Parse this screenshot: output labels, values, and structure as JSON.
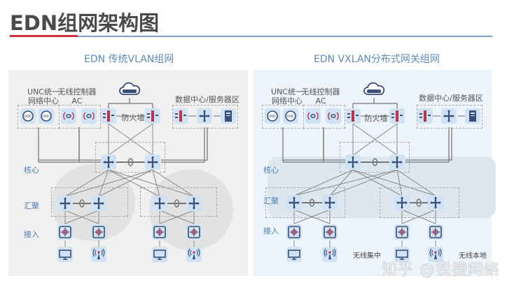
{
  "page": {
    "title": "EDN组网架构图",
    "accent_colors": {
      "red": "#c8323c",
      "blue": "#7aa3d0",
      "text_blue": "#5e8bb8"
    }
  },
  "left": {
    "subtitle": "EDN 传统VLAN组网",
    "unc_label": "UNC统一\n网络中心",
    "ac_label": "无线控制器\nAC",
    "internet_label": "Internet",
    "firewall_label": "防火墙",
    "dc_label": "数据中心/服务器区",
    "tiers": {
      "core": "核心",
      "aggregation": "汇聚",
      "access": "接入"
    }
  },
  "right": {
    "subtitle": "EDN VXLAN分布式网关组网",
    "unc_label": "UNC统一\n网络中心",
    "ac_label": "无线控制器\nAC",
    "internet_label": "Internet",
    "firewall_label": "防火墙",
    "dc_label": "数据中心/服务器区",
    "tiers": {
      "core": "核心",
      "aggregation": "汇聚",
      "access": "接入"
    },
    "notes": {
      "wireless_central": "无线集中",
      "wireless_local": "无线本地"
    }
  },
  "watermark": "知乎 @锐捷网络"
}
